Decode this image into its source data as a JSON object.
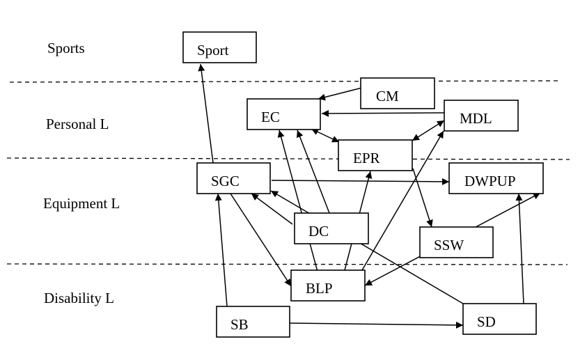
{
  "levels": [
    {
      "id": "sports",
      "label": "Sports"
    },
    {
      "id": "personal",
      "label": "Personal L"
    },
    {
      "id": "equipment",
      "label": "Equipment L"
    },
    {
      "id": "disability",
      "label": "Disability L"
    }
  ],
  "nodes": [
    {
      "id": "Sport",
      "label": "Sport"
    },
    {
      "id": "CM",
      "label": "CM"
    },
    {
      "id": "EC",
      "label": "EC"
    },
    {
      "id": "MDL",
      "label": "MDL"
    },
    {
      "id": "EPR",
      "label": "EPR"
    },
    {
      "id": "SGC",
      "label": "SGC"
    },
    {
      "id": "DWPUP",
      "label": "DWPUP"
    },
    {
      "id": "DC",
      "label": "DC"
    },
    {
      "id": "SSW",
      "label": "SSW"
    },
    {
      "id": "BLP",
      "label": "BLP"
    },
    {
      "id": "SB",
      "label": "SB"
    },
    {
      "id": "SD",
      "label": "SD"
    }
  ],
  "edges": [
    {
      "from": "CM",
      "to": "EC"
    },
    {
      "from": "MDL",
      "to": "EC"
    },
    {
      "from": "EC",
      "to": "EPR",
      "bidirectional": true
    },
    {
      "from": "EPR",
      "to": "MDL",
      "bidirectional": true
    },
    {
      "from": "SGC",
      "to": "Sport"
    },
    {
      "from": "SGC",
      "to": "DWPUP"
    },
    {
      "from": "EPR",
      "to": "SSW"
    },
    {
      "from": "DC",
      "to": "SGC"
    },
    {
      "from": "DC",
      "to": "EC"
    },
    {
      "from": "BLP",
      "to": "EC"
    },
    {
      "from": "BLP",
      "to": "EPR"
    },
    {
      "from": "BLP",
      "to": "MDL"
    },
    {
      "from": "SGC",
      "to": "BLP"
    },
    {
      "from": "DWPUP",
      "to": "BLP",
      "bidirectional": true
    },
    {
      "from": "SD",
      "to": "SGC"
    },
    {
      "from": "SD",
      "to": "DWPUP"
    },
    {
      "from": "SB",
      "to": "SGC"
    },
    {
      "from": "SB",
      "to": "SD"
    }
  ]
}
